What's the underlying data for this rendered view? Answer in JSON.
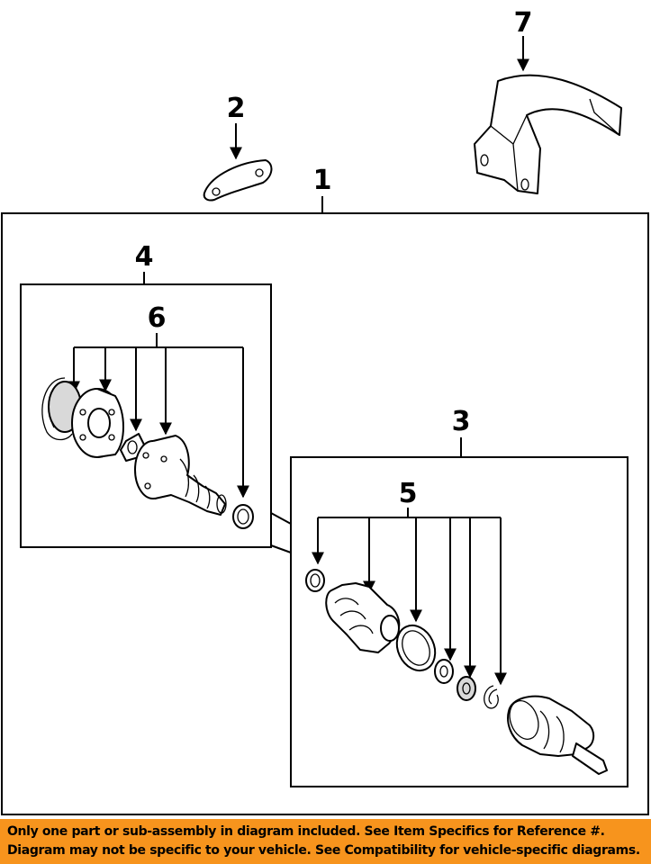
{
  "callouts": {
    "c1": "1",
    "c2": "2",
    "c3": "3",
    "c4": "4",
    "c5": "5",
    "c6": "6",
    "c7": "7"
  },
  "banner": {
    "line1": "Only one part or sub-assembly in diagram included. See Item Specifics for Reference #.",
    "line2": "Diagram may not be specific to your vehicle. See Compatibility for vehicle-specific diagrams.",
    "color": "#f7941d"
  }
}
